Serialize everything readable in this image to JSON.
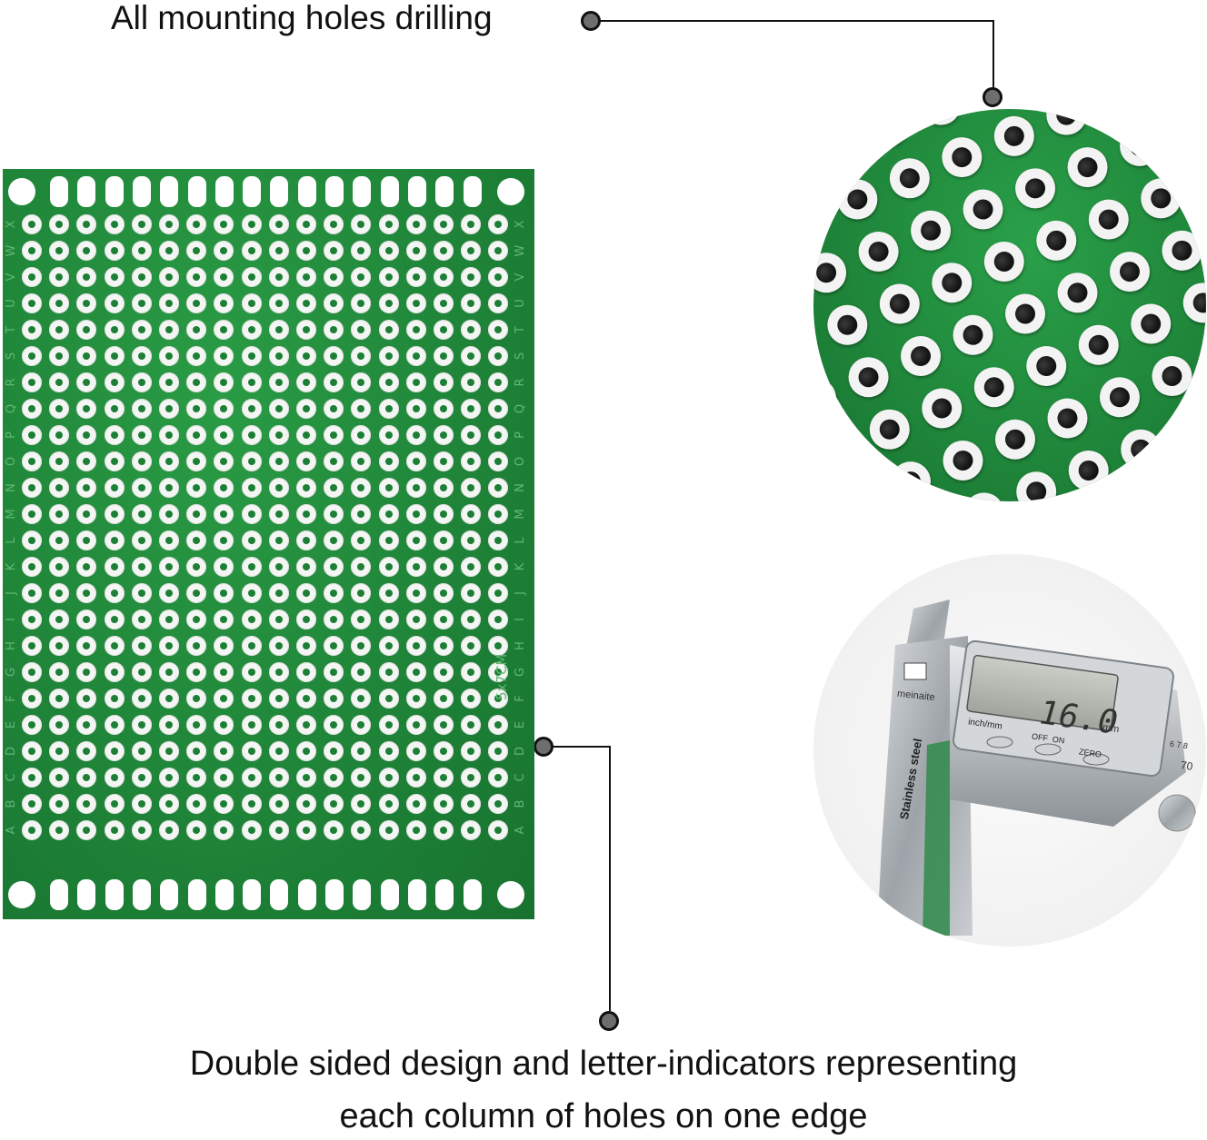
{
  "callout_top": {
    "text": "All mounting holes drilling"
  },
  "caption": {
    "line1": "Double sided design and letter-indicators representing",
    "line2": "each column of holes on one edge"
  },
  "pcb": {
    "size_label": "5x7CM",
    "row_letters": [
      "X",
      "W",
      "V",
      "U",
      "T",
      "S",
      "R",
      "Q",
      "P",
      "O",
      "N",
      "M",
      "L",
      "K",
      "J",
      "I",
      "H",
      "G",
      "F",
      "E",
      "D",
      "C",
      "B",
      "A"
    ],
    "columns": 18,
    "color": "#1f8a3a"
  },
  "caliper": {
    "brand": "meinaite",
    "display_value": "16.0",
    "display_unit": "mm",
    "unit_button": "inch/mm",
    "off_on": "OFF  ON",
    "zero": "ZERO",
    "steel_label": "Stainless steel",
    "scale_numbers": [
      "6 7 8",
      "70"
    ]
  },
  "colors": {
    "pcb_green": "#1f8a3a",
    "dot_gray": "#6e6e6e"
  },
  "icons": {
    "leader_dot": "circle-dot-icon"
  }
}
